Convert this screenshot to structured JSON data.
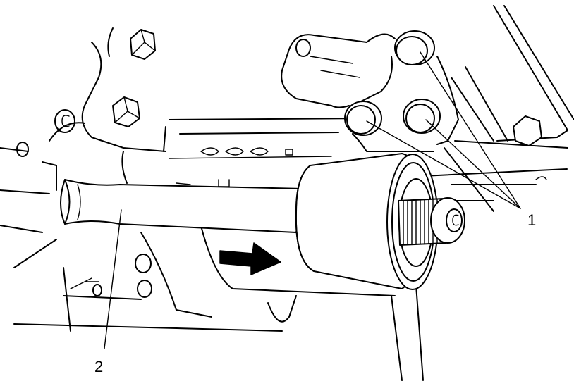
{
  "diagram": {
    "callouts": [
      {
        "id": "1",
        "label": "1"
      },
      {
        "id": "2",
        "label": "2"
      }
    ],
    "arrow": "direction-arrow",
    "colors": {
      "ink": "#000000",
      "paper": "#ffffff"
    }
  }
}
